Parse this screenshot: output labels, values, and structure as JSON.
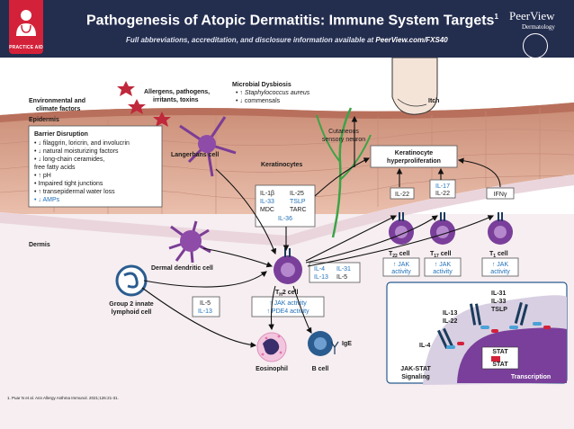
{
  "header": {
    "logo_label": "PRACTICE AID",
    "title": "Pathogenesis of Atopic Dermatitis: Immune System Targets",
    "title_ref": "1",
    "subtitle_prefix": "Full abbreviations, accreditation, and disclosure information available at ",
    "subtitle_link": "PeerView.com/FXS40",
    "brand_name": "PeerView",
    "brand_sub": "Dermatology"
  },
  "labels": {
    "environment": [
      "Environmental and",
      "climate factors"
    ],
    "allergens": [
      "Allergens, pathogens,",
      "irritants, toxins"
    ],
    "microbial_title": "Microbial Dysbiosis",
    "microbial_items": [
      {
        "prefix": "• ↑ ",
        "text": "Staphylococcus aureus"
      },
      {
        "prefix": "• ↓ ",
        "text": "commensals"
      }
    ],
    "itch": "Itch",
    "epidermis": "Epidermis",
    "dermis": "Dermis",
    "cutaneous_neuron": [
      "Cutaneous",
      "sensory neuron"
    ],
    "langerhans": "Langerhans cell",
    "keratinocytes": "Keratinocytes",
    "keratinocyte_hyper": [
      "Keratinocyte",
      "hyperproliferation"
    ],
    "dermal_dendritic": "Dermal dendritic cell",
    "ilc2": [
      "Group 2 innate",
      "lymphoid cell"
    ],
    "eosinophil": "Eosinophil",
    "bcell": "B cell",
    "ige": "IgE"
  },
  "barrier": {
    "title": "Barrier Disruption",
    "items": [
      "• ↓ filaggrin, loricrin, and involucrin",
      "• ↓ natural moisturizing factors",
      "• ↓ long-chain ceramides,",
      "   free fatty acids",
      "• ↑ pH",
      "• Impaired tight junctions",
      "• ↑ transepidermal water loss",
      "• ↓ AMPs"
    ]
  },
  "cytokine_box": {
    "left": [
      "IL-1β",
      "IL-33",
      "MDC"
    ],
    "right": [
      "IL-25",
      "TSLP",
      "TARC"
    ],
    "bottom": "IL-36"
  },
  "th2": {
    "cytokines": [
      "IL-4",
      "IL-31",
      "IL-13",
      "IL-5"
    ],
    "label": "2 cell",
    "effects": [
      "↑ JAK activity",
      "↑ PDE4 activity"
    ]
  },
  "ilc2_cytokines": [
    "IL-5",
    "IL-13"
  ],
  "th_cells": [
    {
      "cytokines": [
        "IL-22"
      ],
      "sub": "22",
      "label": " cell",
      "effect": [
        "↑ JAK",
        "activity"
      ]
    },
    {
      "cytokines": [
        "IL-17",
        "IL-22"
      ],
      "sub": "17",
      "label": " cell",
      "effect": [
        "↑ JAK",
        "activity"
      ]
    },
    {
      "cytokines": [
        "IFNγ"
      ],
      "sub": "1",
      "label": " cell",
      "effect": [
        "↑ JAK",
        "activity"
      ]
    }
  ],
  "jak_stat": {
    "group_a": [
      "IL-13",
      "IL-22"
    ],
    "group_b": [
      "IL-31",
      "IL-33",
      "TSLP"
    ],
    "il4": "IL-4",
    "stat": "STAT",
    "signaling": [
      "JAK-STAT",
      "Signaling"
    ],
    "transcription": "Transcription"
  },
  "footnote": "1. Puar N et al. Ann Allergy Asthma Immunol. 2021;126:21-31.",
  "colors": {
    "navy": "#232d4e",
    "red_logo": "#d4213a",
    "tcell": "#7a3f9a",
    "skin": "#e9b7a1",
    "blue_text": "#1f6fb8"
  }
}
